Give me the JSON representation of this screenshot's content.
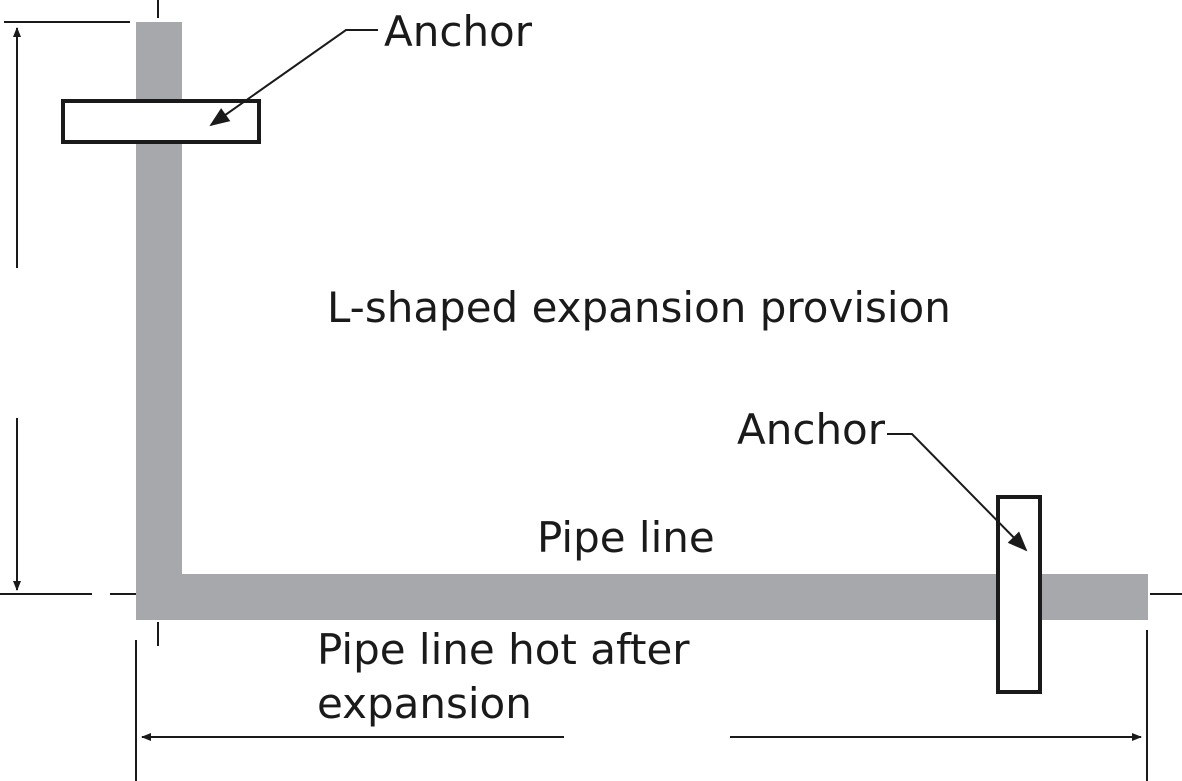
{
  "labels": {
    "anchor_top": "Anchor",
    "anchor_bottom": "Anchor",
    "title": "L-shaped expansion provision",
    "pipe_line": "Pipe line",
    "hot_line1": "Pipe line hot after",
    "hot_line2": "expansion"
  },
  "colors": {
    "pipe": "#a7a8ab",
    "ink": "#1a1a1a",
    "background": "#ffffff"
  }
}
